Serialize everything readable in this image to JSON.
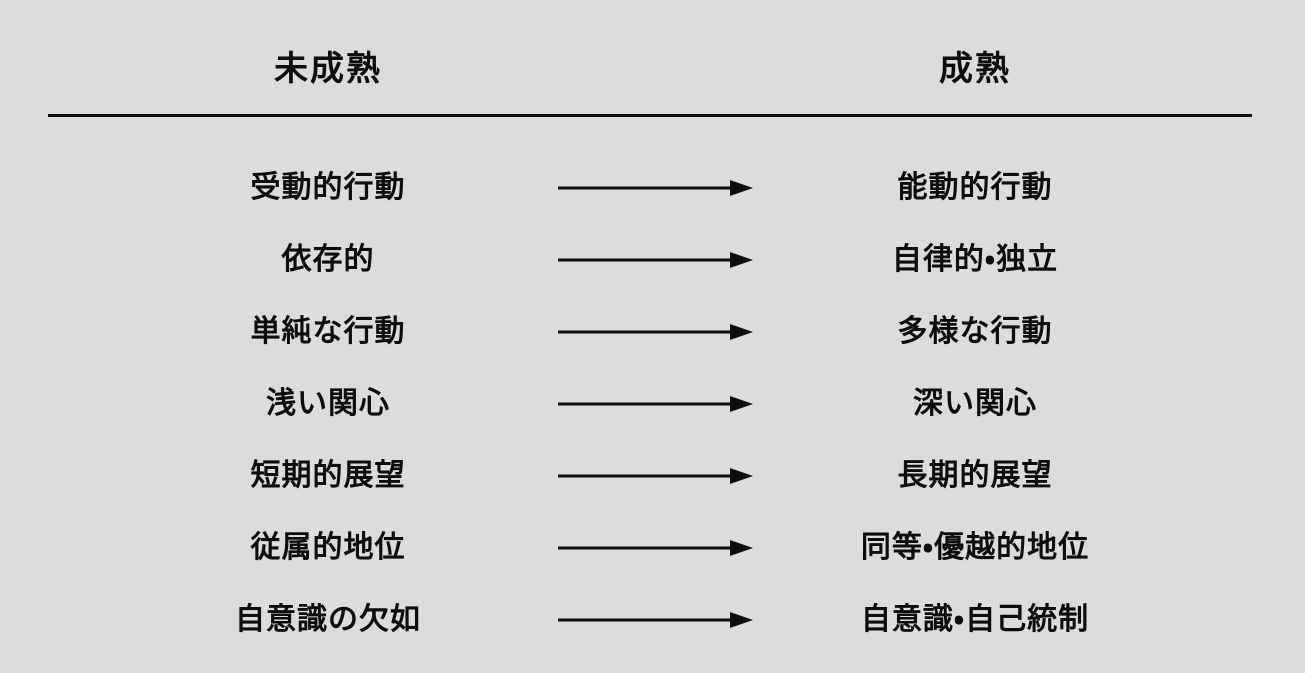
{
  "slide": {
    "background_color": "#dcdcde",
    "text_color": "#0d0d0d",
    "rule_color": "#111111"
  },
  "headers": {
    "left": "未成熟",
    "right": "成熟"
  },
  "arrow": {
    "icon": "right-arrow-icon",
    "direction": "right"
  },
  "rows": [
    {
      "left": "受動的行動",
      "right": "能動的行動"
    },
    {
      "left": "依存的",
      "right": "自律的・独立"
    },
    {
      "left": "単純な行動",
      "right": "多様な行動"
    },
    {
      "left": "浅い関心",
      "right": "深い関心"
    },
    {
      "left": "短期的展望",
      "right": "長期的展望"
    },
    {
      "left": "従属的地位",
      "right": "同等・優越的地位"
    },
    {
      "left": "自意識の欠如",
      "right": "自意識・自己統制"
    }
  ]
}
